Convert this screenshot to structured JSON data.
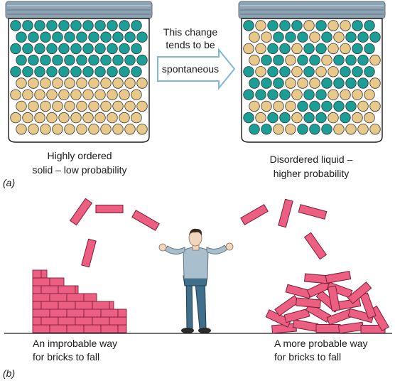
{
  "panel_a": {
    "label": "(a)",
    "arrow_line1": "This change",
    "arrow_line2": "tends to be",
    "arrow_word": "spontaneous",
    "left_caption_line1": "Highly ordered",
    "left_caption_line2": "solid – low probability",
    "right_caption_line1": "Disordered liquid –",
    "right_caption_line2": "higher probability"
  },
  "panel_b": {
    "label": "(b)",
    "left_caption_line1": "An improbable way",
    "left_caption_line2": "for bricks to fall",
    "right_caption_line1": "A more probable way",
    "right_caption_line2": "for bricks to fall"
  },
  "colors": {
    "teal": "#1a9e96",
    "tan": "#e8c98a",
    "brick": "#ec5f82",
    "lid": "#8ea3b2",
    "arrow_outline": "#7fb6dd"
  }
}
